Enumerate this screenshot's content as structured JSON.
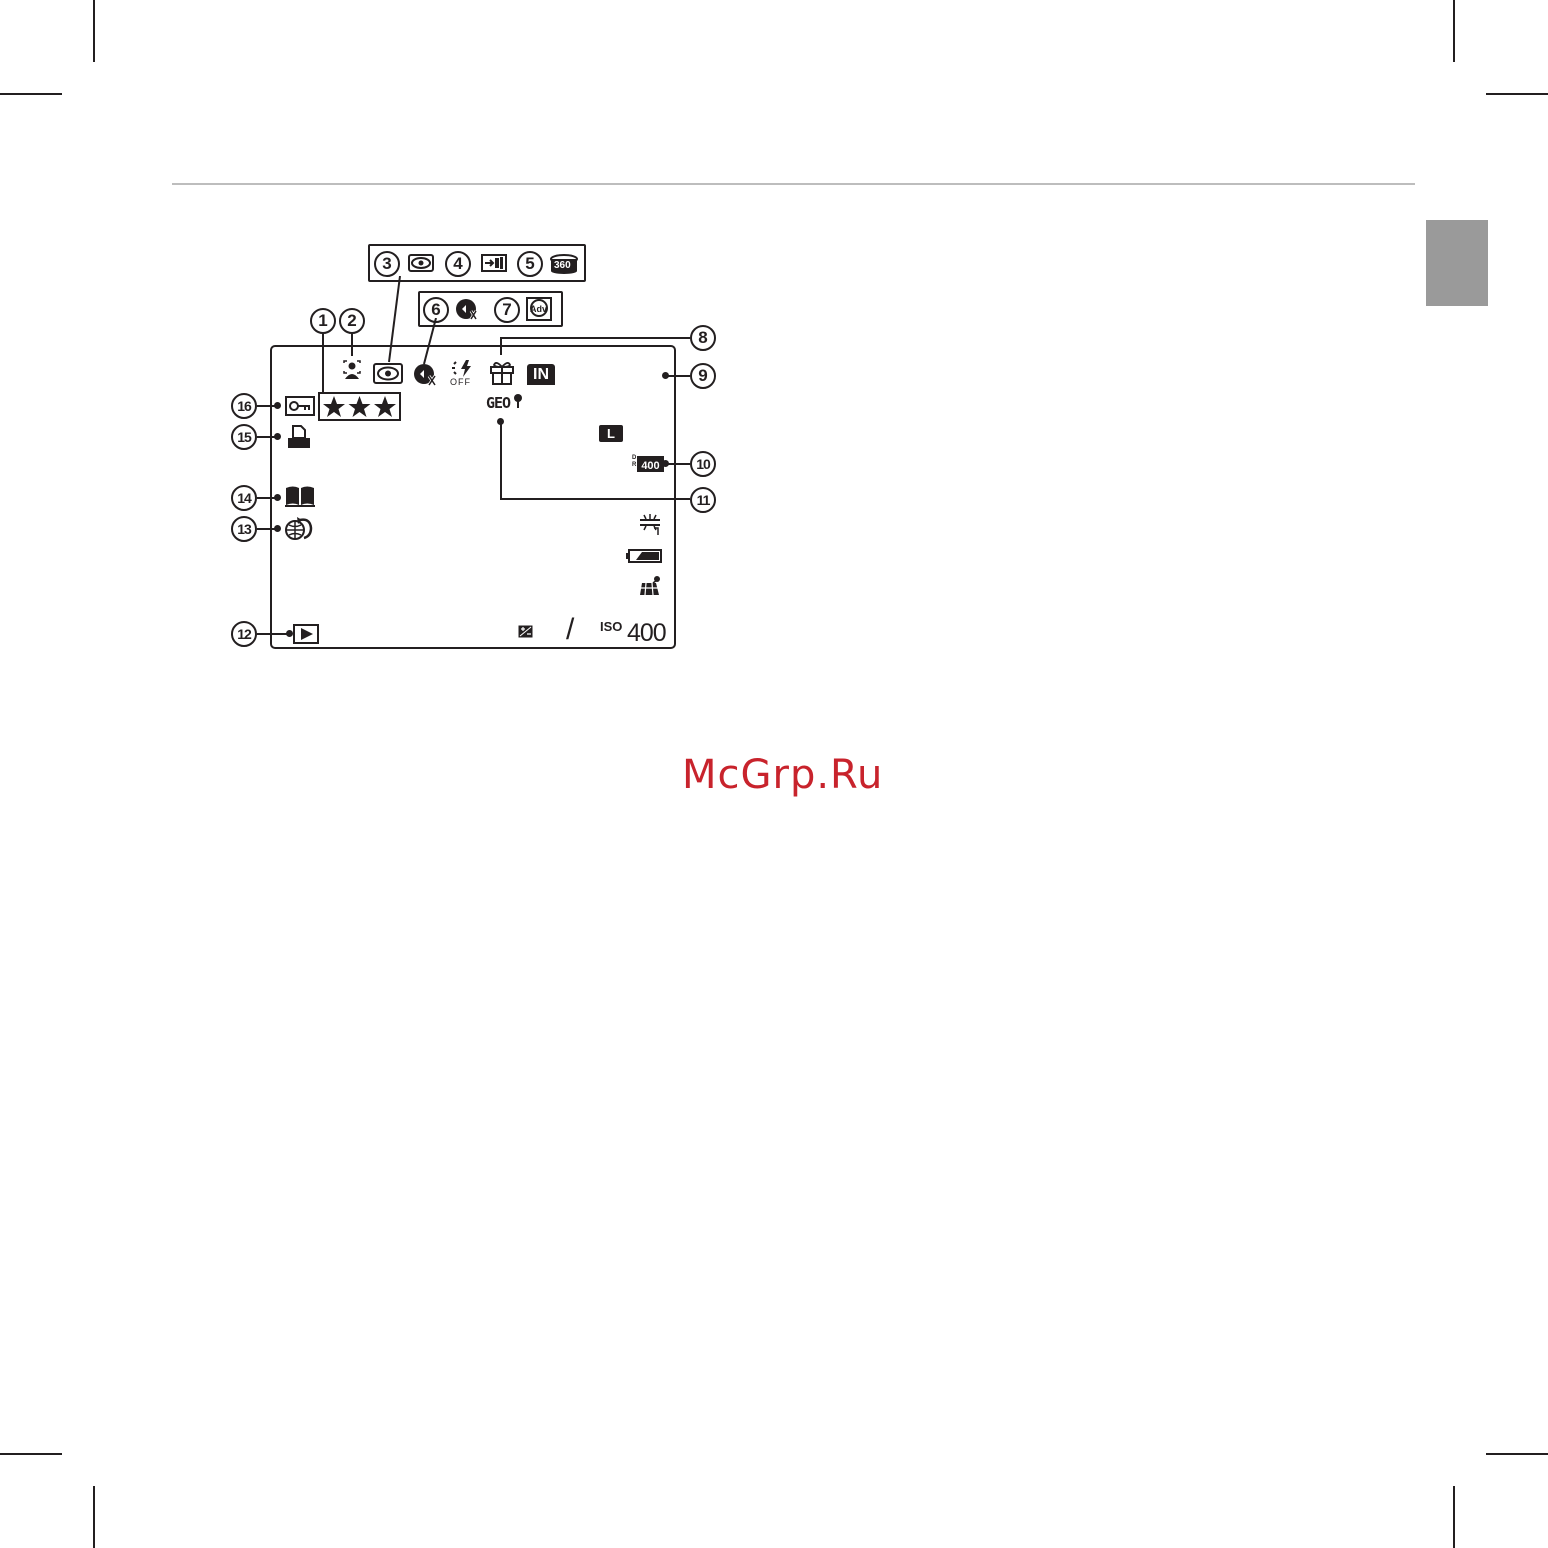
{
  "callouts": {
    "c1": "1",
    "c2": "2",
    "c3": "3",
    "c4": "4",
    "c5": "5",
    "c6": "6",
    "c7": "7",
    "c8": "8",
    "c9": "9",
    "c10": "10",
    "c11": "11",
    "c12": "12",
    "c13": "13",
    "c14": "14",
    "c15": "15",
    "c16": "16"
  },
  "screen": {
    "flash_off": "OFF",
    "internal_memory": "IN",
    "geo": "GEO",
    "image_size": "L",
    "dynamic_range": "400",
    "dynamic_range_prefix": "D R",
    "iso_label": "ISO",
    "iso_value": "400",
    "separator": "/",
    "pano_360": "360",
    "adv": "Adv",
    "favorites_stars": 3
  },
  "icons": {
    "face": "face-detection-icon",
    "red_eye": "red-eye-removal-icon",
    "3d": "3d-image-icon",
    "pano": "panorama-360-icon",
    "silent": "silent-mode-icon",
    "adv": "advanced-mode-icon",
    "flash": "flash-off-icon",
    "gift": "gift-image-icon",
    "memory": "internal-memory-icon",
    "protect": "protected-image-icon",
    "print": "dpof-print-icon",
    "photobook": "photobook-assist-icon",
    "world": "world-time-icon",
    "play": "playback-mode-icon",
    "battery": "battery-level-icon",
    "white_balance": "white-balance-icon",
    "film": "film-simulation-icon",
    "exposure": "exposure-compensation-icon"
  },
  "watermark": "McGrp.Ru",
  "colors": {
    "ink": "#231f20",
    "watermark": "#c8232c",
    "tab": "#9a9a9a"
  }
}
